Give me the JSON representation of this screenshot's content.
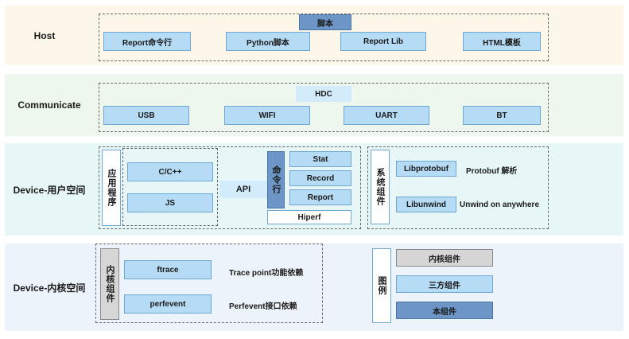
{
  "rows": {
    "host": {
      "label": "Host",
      "title": "脚本",
      "items": [
        "Report命令行",
        "Python脚本",
        "Report Lib",
        "HTML模板"
      ]
    },
    "communicate": {
      "label": "Communicate",
      "title": "HDC",
      "items": [
        "USB",
        "WIFI",
        "UART",
        "BT"
      ]
    },
    "user_space": {
      "label": "Device-用户空间",
      "app": "应用程序",
      "app_items": [
        "C/C++",
        "JS"
      ],
      "api": "API",
      "cmdline": "命令行",
      "commands": [
        "Stat",
        "Record",
        "Report"
      ],
      "hiperf": "Hiperf",
      "system_component": "系统组件",
      "libs": [
        {
          "name": "Libprotobuf",
          "desc": "Protobuf 解析"
        },
        {
          "name": "Libunwind",
          "desc": "Unwind on anywhere"
        }
      ]
    },
    "kernel_space": {
      "label": "Device-内核空间",
      "kernel_component": "内核组件",
      "items": [
        {
          "name": "ftrace",
          "desc": "Trace point功能依赖"
        },
        {
          "name": "perfevent",
          "desc": "Perfevent接口依赖"
        }
      ]
    }
  },
  "legend": {
    "title": "图例",
    "items": [
      "内核组件",
      "三方组件",
      "本组件"
    ]
  },
  "colors": {
    "host_bg": "#fdf7ea",
    "comm_bg": "#eef7ee",
    "user_bg": "#e7f7f7",
    "kernel_bg": "#edf3fb",
    "light_blue": "#b5dbf5",
    "dark_blue": "#6d96c7",
    "gray": "#d6d6d6"
  }
}
